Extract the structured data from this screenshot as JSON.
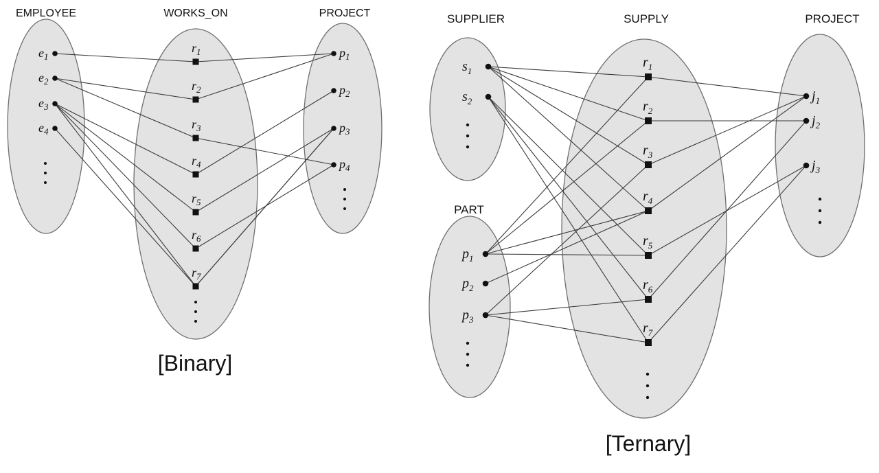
{
  "binary": {
    "caption": "[Binary]",
    "sets": {
      "employee": {
        "title": "EMPLOYEE",
        "items": [
          {
            "base": "e",
            "sub": "1"
          },
          {
            "base": "e",
            "sub": "2"
          },
          {
            "base": "e",
            "sub": "3"
          },
          {
            "base": "e",
            "sub": "4"
          }
        ]
      },
      "works_on": {
        "title": "WORKS_ON",
        "items": [
          {
            "base": "r",
            "sub": "1"
          },
          {
            "base": "r",
            "sub": "2"
          },
          {
            "base": "r",
            "sub": "3"
          },
          {
            "base": "r",
            "sub": "4"
          },
          {
            "base": "r",
            "sub": "5"
          },
          {
            "base": "r",
            "sub": "6"
          },
          {
            "base": "r",
            "sub": "7"
          }
        ]
      },
      "project": {
        "title": "PROJECT",
        "items": [
          {
            "base": "p",
            "sub": "1"
          },
          {
            "base": "p",
            "sub": "2"
          },
          {
            "base": "p",
            "sub": "3"
          },
          {
            "base": "p",
            "sub": "4"
          }
        ]
      }
    },
    "links": [
      [
        "r1",
        "e1",
        "p1"
      ],
      [
        "r2",
        "e2",
        "p1"
      ],
      [
        "r3",
        "e2",
        "p4"
      ],
      [
        "r4",
        "e3",
        "p2"
      ],
      [
        "r5",
        "e3",
        "p3"
      ],
      [
        "r6",
        "e3",
        "p4"
      ],
      [
        "r7",
        "e4",
        "p3"
      ],
      [
        "r7",
        "e3",
        "p3"
      ]
    ]
  },
  "ternary": {
    "caption": "[Ternary]",
    "sets": {
      "supplier": {
        "title": "SUPPLIER",
        "items": [
          {
            "base": "s",
            "sub": "1"
          },
          {
            "base": "s",
            "sub": "2"
          }
        ]
      },
      "part": {
        "title": "PART",
        "items": [
          {
            "base": "p",
            "sub": "1"
          },
          {
            "base": "p",
            "sub": "2"
          },
          {
            "base": "p",
            "sub": "3"
          }
        ]
      },
      "supply": {
        "title": "SUPPLY",
        "items": [
          {
            "base": "r",
            "sub": "1"
          },
          {
            "base": "r",
            "sub": "2"
          },
          {
            "base": "r",
            "sub": "3"
          },
          {
            "base": "r",
            "sub": "4"
          },
          {
            "base": "r",
            "sub": "5"
          },
          {
            "base": "r",
            "sub": "6"
          },
          {
            "base": "r",
            "sub": "7"
          }
        ]
      },
      "project": {
        "title": "PROJECT",
        "items": [
          {
            "base": "j",
            "sub": "1"
          },
          {
            "base": "j",
            "sub": "2"
          },
          {
            "base": "j",
            "sub": "3"
          }
        ]
      }
    },
    "links": [
      [
        "r1",
        "s1",
        "p1",
        "j1"
      ],
      [
        "r2",
        "s1",
        "p1",
        "j2"
      ],
      [
        "r3",
        "s1",
        "p3",
        "j1"
      ],
      [
        "r4",
        "s1",
        "p1",
        "j1"
      ],
      [
        "r5",
        "s2",
        "p1",
        "j3"
      ],
      [
        "r6",
        "s2",
        "p3",
        "j2"
      ],
      [
        "r7",
        "s2",
        "p3",
        "j3"
      ]
    ]
  }
}
